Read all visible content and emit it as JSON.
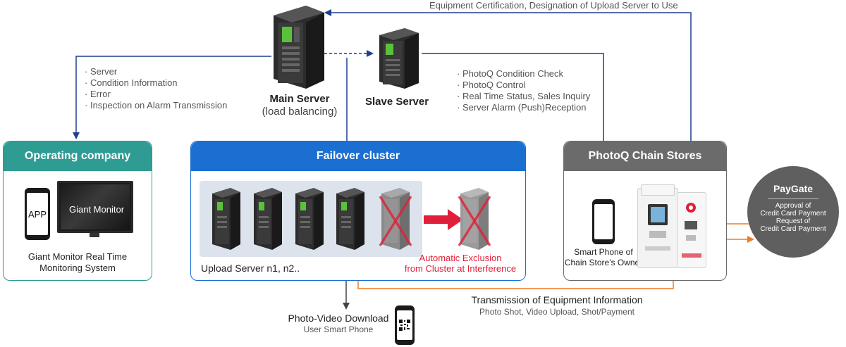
{
  "top_note": "Equipment Certification, Designation of Upload Server to Use",
  "main_server": {
    "title": "Main Server",
    "subtitle": "(load balancing)"
  },
  "slave_server": {
    "title": "Slave Server"
  },
  "left_notes": [
    "Server",
    "Condition Information",
    "Error",
    "Inspection on Alarm Transmission"
  ],
  "right_notes": [
    "PhotoQ Condition Check",
    "PhotoQ Control",
    "Real Time Status, Sales Inquiry",
    "Server Alarm (Push)Reception"
  ],
  "operating": {
    "title": "Operating company",
    "app_label": "APP",
    "monitor_label": "Giant Monitor",
    "caption_line1": "Giant Monitor Real Time",
    "caption_line2": "Monitoring System"
  },
  "failover": {
    "title": "Failover cluster",
    "caption": "Upload Server n1, n2..",
    "exclusion_line1": "Automatic Exclusion",
    "exclusion_line2": "from Cluster at Interference"
  },
  "photoq": {
    "title": "PhotoQ Chain Stores",
    "phone_line1": "Smart Phone of",
    "phone_line2": "Chain Store's Owner"
  },
  "paygate": {
    "title": "PayGate",
    "approval_line1": "Approval of",
    "approval_line2": "Credit Card Payment",
    "request_line1": "Request of",
    "request_line2": "Credit Card Payment"
  },
  "transmission": {
    "title": "Transmission of Equipment Information",
    "subtitle": "Photo Shot, Video Upload, Shot/Payment"
  },
  "download": {
    "title": "Photo-Video Download",
    "subtitle": "User Smart Phone"
  },
  "colors": {
    "teal": "#2f9c94",
    "blue": "#1a6fd1",
    "gray": "#6b6b6b",
    "navy": "#1d3f8f",
    "orange": "#f07b22",
    "red": "#e0203a"
  }
}
